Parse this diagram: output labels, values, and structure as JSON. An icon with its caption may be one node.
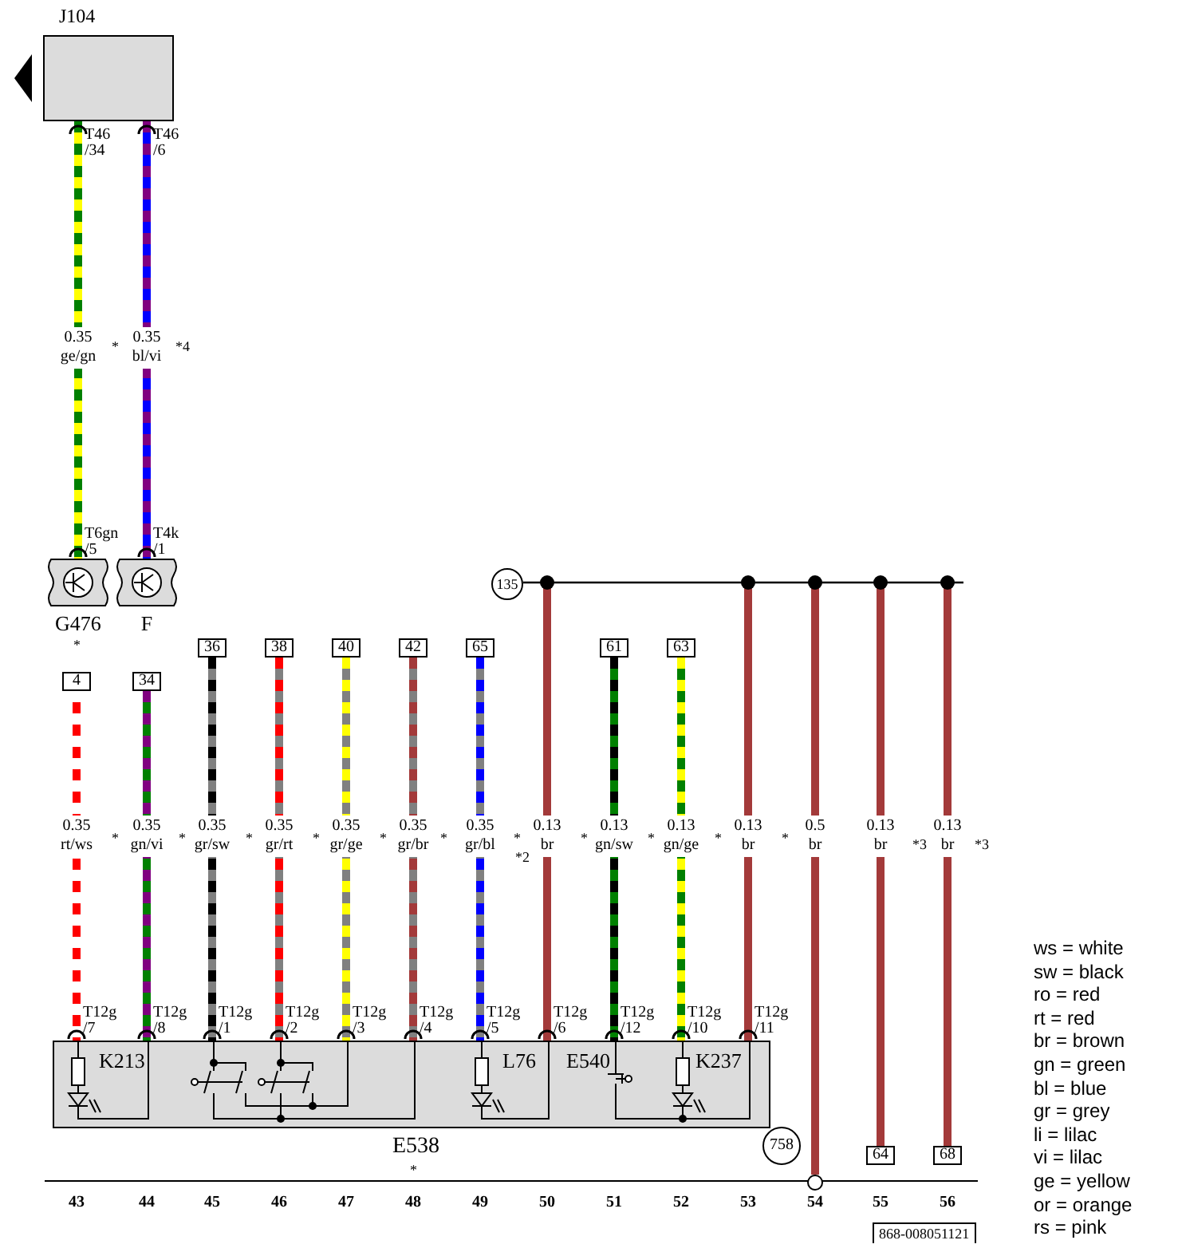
{
  "diagram": {
    "nodes": [
      {
        "text": [
          "J104"
        ]
      },
      {
        "text": [
          "G476"
        ],
        "beside": [
          "*"
        ]
      },
      {
        "text": [
          "F"
        ]
      },
      {
        "text": [
          "E538"
        ],
        "beside": [
          "*"
        ]
      },
      {
        "text": [
          "4"
        ]
      },
      {
        "text": [
          "34"
        ]
      },
      {
        "text": [
          "36"
        ]
      },
      {
        "text": [
          "38"
        ]
      },
      {
        "text": [
          "40"
        ]
      },
      {
        "text": [
          "42"
        ]
      },
      {
        "text": [
          "65"
        ]
      },
      {
        "text": [
          "61"
        ]
      },
      {
        "text": [
          "63"
        ]
      },
      {
        "text": [
          "64"
        ]
      },
      {
        "text": [
          "68"
        ]
      },
      {
        "text": [
          "135"
        ]
      },
      {
        "text": [],
        "shape": "circle"
      }
    ],
    "edges": [
      {
        "from": 0,
        "to": 1,
        "arrow": "none",
        "label": "0.35 ge/gn",
        "color": "#ffff00"
      },
      {
        "from": 0,
        "to": 2,
        "arrow": "none",
        "label": "0.35 bl/vi",
        "color": "#0000ff"
      },
      {
        "from": 4,
        "to": 3,
        "arrow": "none",
        "label": "0.35 rt/ws",
        "color": "#ff0000"
      },
      {
        "from": 5,
        "to": 3,
        "arrow": "none",
        "label": "0.35 gn/vi",
        "color": "#008000"
      },
      {
        "from": 6,
        "to": 3,
        "arrow": "none",
        "label": "0.35 gr/sw",
        "color": "#808080"
      },
      {
        "from": 7,
        "to": 3,
        "arrow": "none",
        "label": "0.35 gr/rt",
        "color": "#808080"
      },
      {
        "from": 8,
        "to": 3,
        "arrow": "none",
        "label": "0.35 gr/ge",
        "color": "#808080"
      },
      {
        "from": 9,
        "to": 3,
        "arrow": "none",
        "label": "0.35 gr/br",
        "color": "#808080"
      },
      {
        "from": 10,
        "to": 3,
        "arrow": "none",
        "label": "0.35 gr/bl",
        "color": "#808080"
      },
      {
        "from": 15,
        "to": 3,
        "arrow": "none",
        "label": "0.13 br",
        "color": "#a33a3a"
      },
      {
        "from": 11,
        "to": 3,
        "arrow": "none",
        "label": "0.13 gn/sw",
        "color": "#008000"
      },
      {
        "from": 12,
        "to": 3,
        "arrow": "none",
        "label": "0.13 gn/ge",
        "color": "#008000"
      },
      {
        "from": 15,
        "to": 3,
        "arrow": "none",
        "label": "0.13 br",
        "color": "#a33a3a"
      },
      {
        "from": 15,
        "to": 16,
        "arrow": "none",
        "label": "0.5 br",
        "color": "#a33a3a"
      },
      {
        "from": 15,
        "to": 13,
        "arrow": "none",
        "label": "0.13 br",
        "color": "#a33a3a"
      },
      {
        "from": 15,
        "to": 14,
        "arrow": "none",
        "label": "0.13 br",
        "color": "#a33a3a"
      }
    ],
    "labels": [
      "T46 /34",
      "T46 /6",
      "*",
      "*4",
      "T6gn /5",
      "T4k /1",
      "*",
      "*",
      "*",
      "*",
      "*",
      "*",
      "*",
      "*2",
      "*",
      "*",
      "*",
      "*",
      "*3",
      "*3",
      "T12g /7",
      "T12g /8",
      "T12g /1",
      "T12g /2",
      "T12g /3",
      "T12g /4",
      "T12g /5",
      "T12g /6",
      "T12g /12",
      "T12g /10",
      "T12g /11",
      "K213",
      "L76",
      "E540",
      "K237",
      "758",
      "43",
      "44",
      "45",
      "46",
      "47",
      "48",
      "49",
      "50",
      "51",
      "52",
      "53",
      "54",
      "55",
      "56",
      "868-008051121"
    ],
    "legend": [
      {
        "text": "ws = white"
      },
      {
        "text": "sw = black"
      },
      {
        "text": "ro = red"
      },
      {
        "text": "rt = red"
      },
      {
        "text": "br = brown"
      },
      {
        "text": "gn = green"
      },
      {
        "text": "bl = blue"
      },
      {
        "text": "gr = grey"
      },
      {
        "text": "li = lilac"
      },
      {
        "text": "vi = lilac"
      },
      {
        "text": "ge = yellow"
      },
      {
        "text": "or = orange"
      },
      {
        "text": "rs = pink"
      }
    ]
  }
}
